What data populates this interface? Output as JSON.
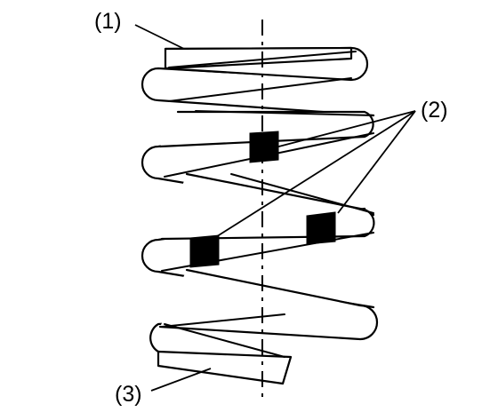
{
  "labels": {
    "top_end": "(1)",
    "paint_marks": "(2)",
    "bottom_end": "(3)"
  },
  "colors": {
    "line": "#000000",
    "marker": "#000000",
    "background": "#ffffff"
  }
}
